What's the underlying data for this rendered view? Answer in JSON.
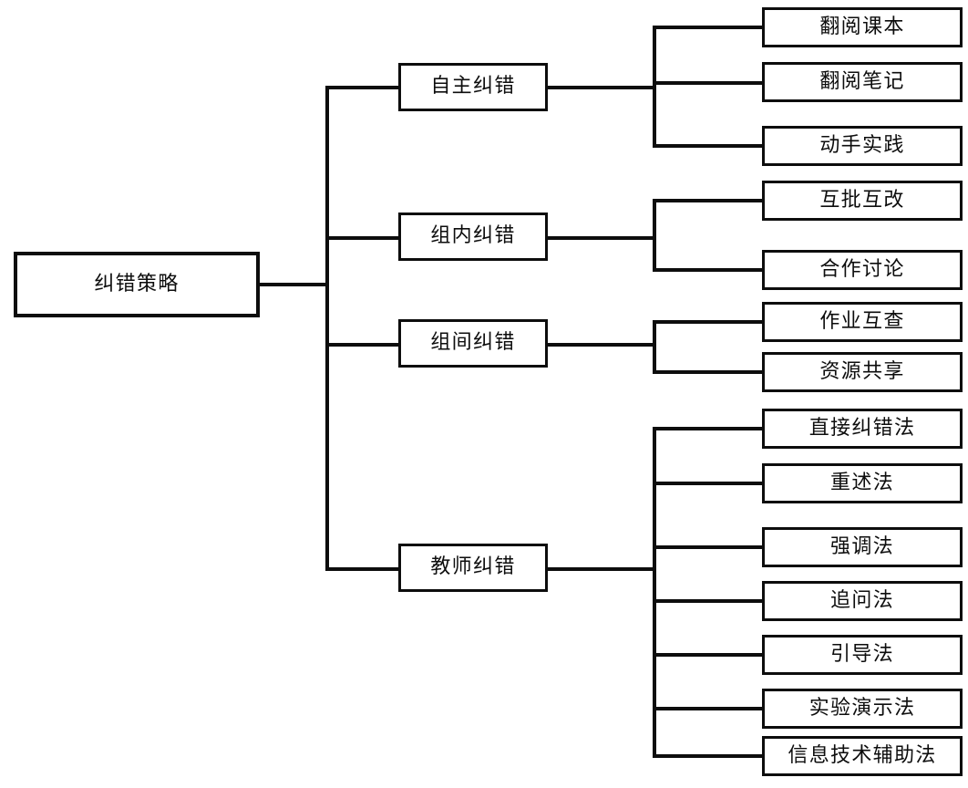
{
  "diagram": {
    "type": "tree-diagram",
    "title": "纠错策略",
    "orientation": "left-to-right",
    "colors": {
      "line": "#0d0d0d",
      "box_fill": "#ffffff",
      "text": "#0d0d0d",
      "background": "#ffffff"
    },
    "root": {
      "label": "纠错策略"
    },
    "branches": [
      {
        "label": "自主纠错",
        "children": [
          {
            "label": "翻阅课本"
          },
          {
            "label": "翻阅笔记"
          },
          {
            "label": "动手实践"
          }
        ]
      },
      {
        "label": "组内纠错",
        "children": [
          {
            "label": "互批互改"
          },
          {
            "label": "合作讨论"
          }
        ]
      },
      {
        "label": "组间纠错",
        "children": [
          {
            "label": "作业互查"
          },
          {
            "label": "资源共享"
          }
        ]
      },
      {
        "label": "教师纠错",
        "children": [
          {
            "label": "直接纠错法"
          },
          {
            "label": "重述法"
          },
          {
            "label": "强调法"
          },
          {
            "label": "追问法"
          },
          {
            "label": "引导法"
          },
          {
            "label": "实验演示法"
          },
          {
            "label": "信息技术辅助法"
          }
        ]
      }
    ]
  }
}
